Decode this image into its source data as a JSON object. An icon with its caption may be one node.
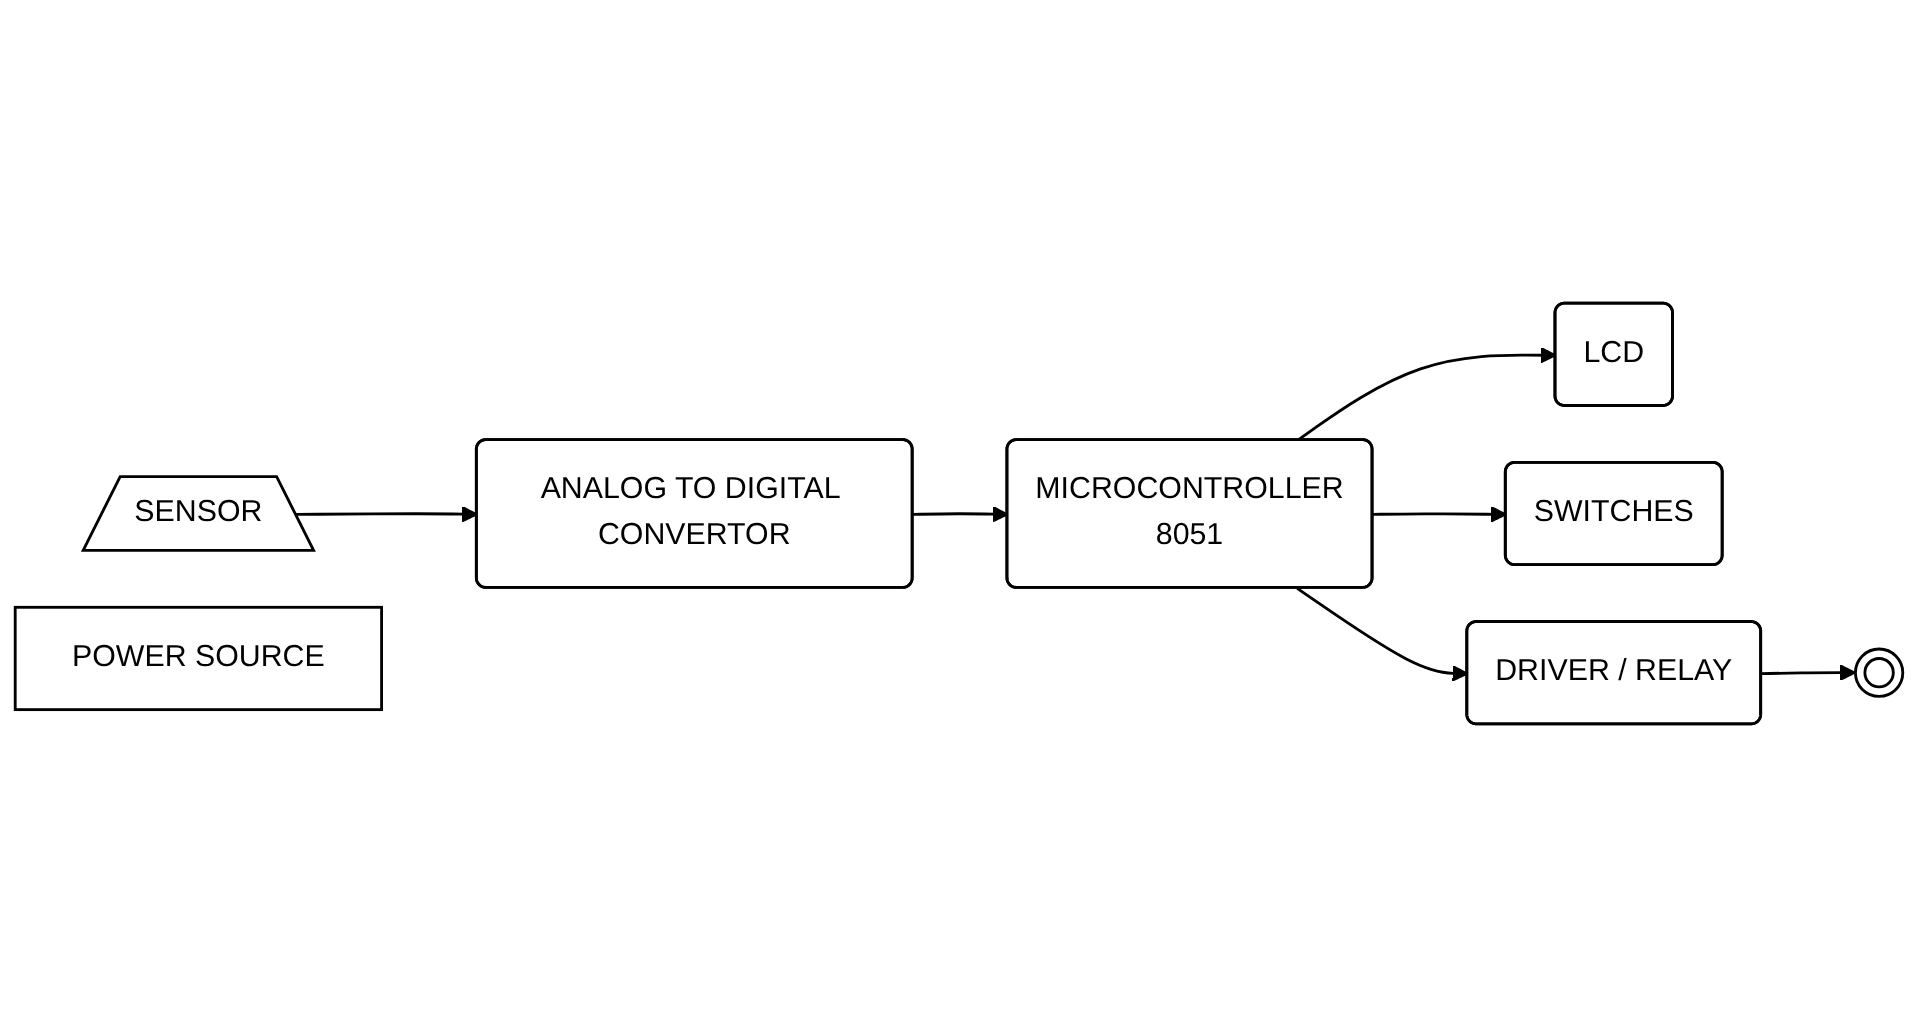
{
  "diagram": {
    "nodes": [
      {
        "text": [
          "SENSOR"
        ]
      },
      {
        "text": [
          "ANALOG TO DIGITAL CONVERTOR"
        ]
      },
      {
        "text": [
          "MICROCONTROLLER",
          "8051"
        ]
      },
      {
        "text": [
          "POWER SOURCE"
        ]
      },
      {
        "text": [
          "LCD"
        ]
      },
      {
        "text": [
          "SWITCHES"
        ]
      },
      {
        "text": [
          "DRIVER / RELAY"
        ]
      },
      {
        "text": [],
        "shape": "circle"
      }
    ],
    "edges": [
      {
        "from": 0,
        "to": 1,
        "arrow": "to"
      },
      {
        "from": 1,
        "to": 2,
        "arrow": "to"
      },
      {
        "from": 2,
        "to": 4,
        "arrow": "to"
      },
      {
        "from": 2,
        "to": 5,
        "arrow": "to"
      },
      {
        "from": 2,
        "to": 6,
        "arrow": "to"
      },
      {
        "from": 6,
        "to": 7,
        "arrow": "to"
      }
    ]
  }
}
